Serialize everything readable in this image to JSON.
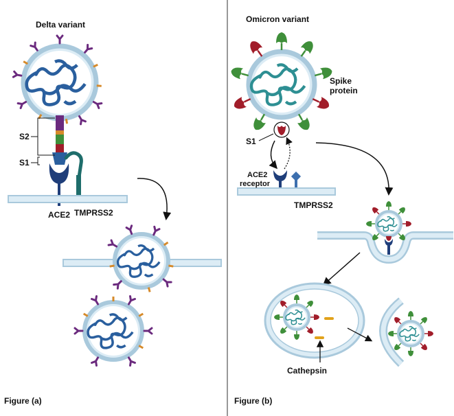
{
  "panel_a": {
    "title": "Delta variant",
    "labels": {
      "s2": "S2",
      "s1": "S1",
      "ace2": "ACE2",
      "tmprss2": "TMPRSS2"
    },
    "caption": "Figure (a)"
  },
  "panel_b": {
    "title": "Omicron variant",
    "labels": {
      "spike_line1": "Spike",
      "spike_line2": "protein",
      "s1": "S1",
      "ace2_line1": "ACE2",
      "ace2_line2": "receptor",
      "tmprss2": "TMPRSS2",
      "cathepsin": "Cathepsin"
    },
    "caption": "Figure (b)"
  },
  "colors": {
    "membrane": "#a9c9dc",
    "membrane_inner": "#dcecf5",
    "rna": "#2a5f9e",
    "omicron_rna": "#2e8f93",
    "spike_purple": "#6b2a7e",
    "spike_orange": "#d68a2a",
    "spike_green": "#3f8f3a",
    "spike_red": "#a11d2a",
    "ace2": "#1f3e7a",
    "tmprss2": "#1e6d6b",
    "cathepsin": "#e1a21b",
    "divider": "#555555"
  }
}
